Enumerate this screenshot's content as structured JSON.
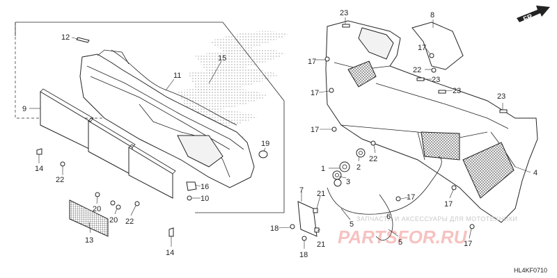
{
  "diagram": {
    "code": "HL4KF0710",
    "direction_label": "FR.",
    "watermark_text": "ЗАПЧАСТИ И АКСЕССУАРЫ ДЛЯ МОТОТЕХНИКИ",
    "watermark_brand": "PARTSFOR.RU",
    "callouts": [
      "1",
      "2",
      "3",
      "4",
      "5",
      "5",
      "6",
      "7",
      "8",
      "9",
      "10",
      "11",
      "12",
      "13",
      "14",
      "14",
      "15",
      "16",
      "17",
      "17",
      "17",
      "17",
      "17",
      "17",
      "17",
      "18",
      "18",
      "19",
      "20",
      "20",
      "21",
      "21",
      "22",
      "22",
      "22",
      "22",
      "23",
      "23",
      "23",
      "23"
    ],
    "colors": {
      "line": "#222222",
      "watermark_red": "#e2281f",
      "dots": "#888888"
    }
  }
}
